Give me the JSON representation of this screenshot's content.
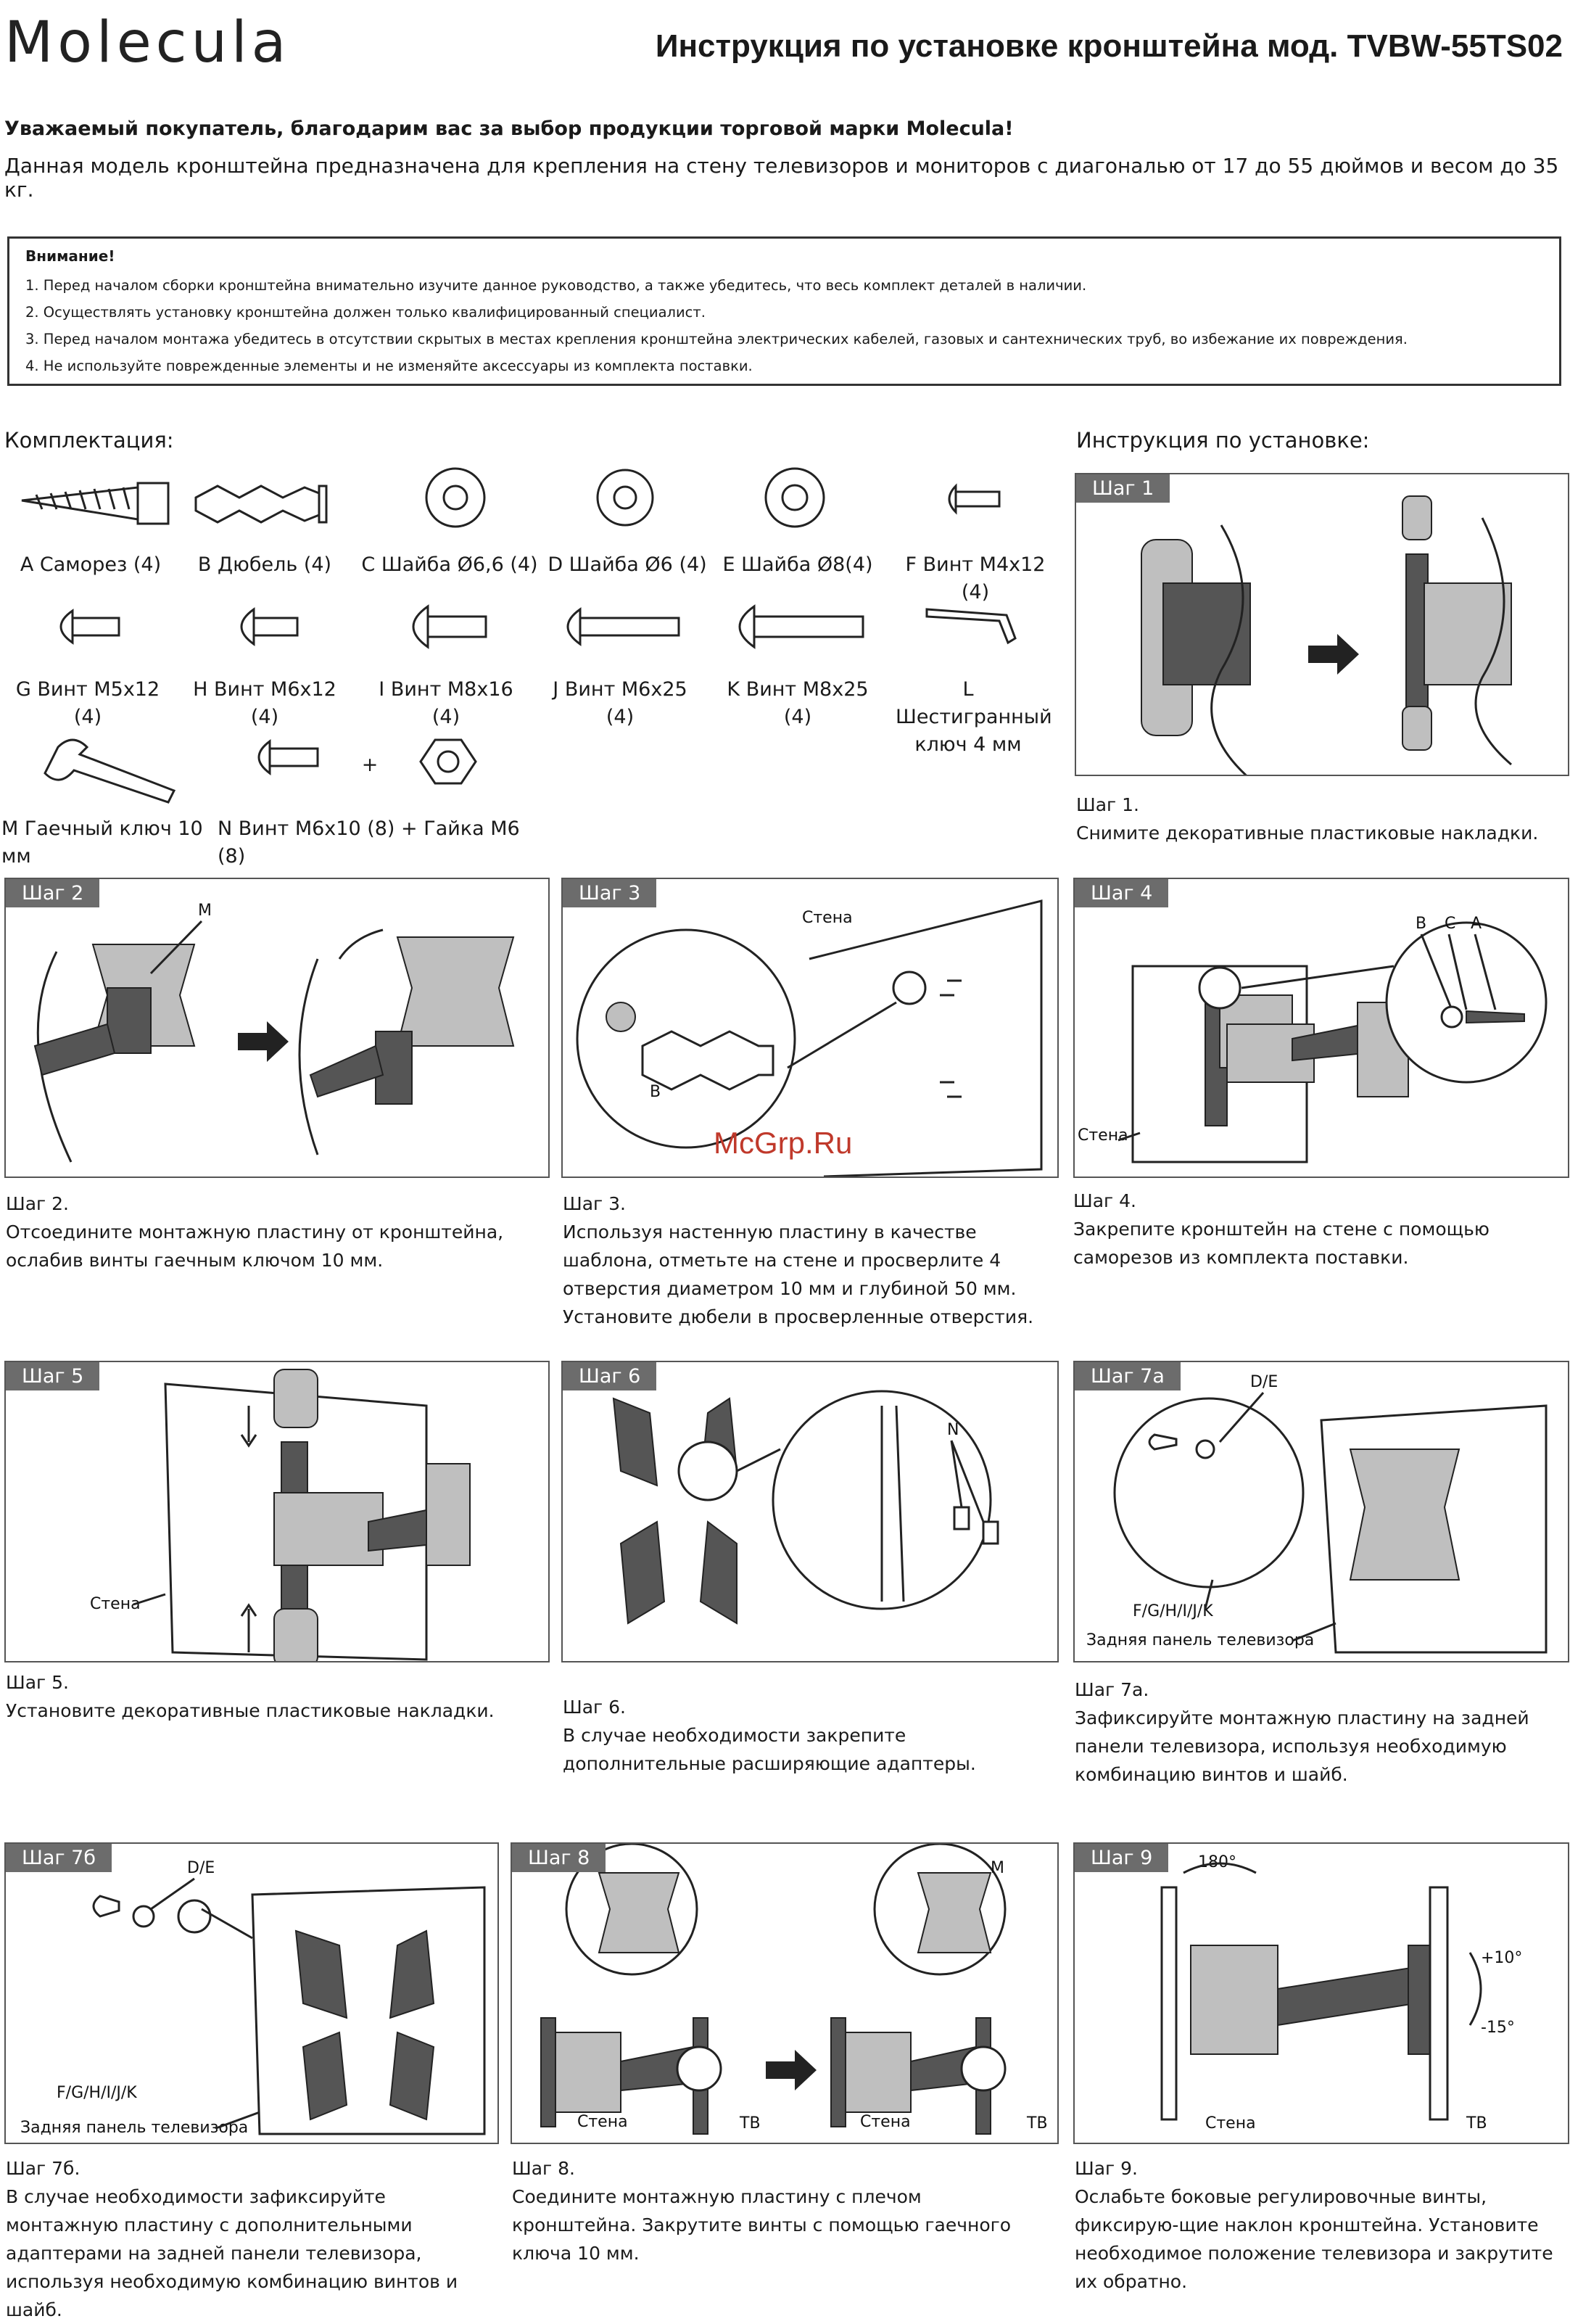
{
  "header": {
    "brand": "Molecula",
    "title": "Инструкция по установке кронштейна мод. TVBW-55TS02"
  },
  "intro": {
    "greeting": "Уважаемый покупатель, благодарим вас за выбор продукции торговой марки Molecula!",
    "purpose": "Данная модель кронштейна предназначена для  крепления на стену телевизоров и мониторов  с диагональю от 17 до 55 дюймов и весом до 35 кг."
  },
  "attention": {
    "title": "Внимание!",
    "items": [
      "1. Перед началом сборки кронштейна внимательно изучите данное руководство, а также убедитесь, что весь комплект деталей в наличии.",
      "2. Осуществлять установку кронштейна должен только квалифицированный специалист.",
      "3. Перед началом монтажа убедитесь в отсутствии скрытых в местах крепления кронштейна электрических кабелей, газовых и сантехнических труб, во избежание их повреждения.",
      "4. Не используйте поврежденные элементы и не изменяйте аксессуары из комплекта поставки."
    ]
  },
  "components": {
    "title": "Комплектация:",
    "items": [
      "A Саморез (4)",
      "B Дюбель (4)",
      "C Шайба Ø6,6 (4)",
      "D Шайба Ø6 (4)",
      "E Шайба Ø8(4)",
      "F Винт M4x12 (4)",
      "G Винт M5x12 (4)",
      "H Винт M6x12 (4)",
      "I Винт M8x16 (4)",
      "J Винт M6x25 (4)",
      "K Винт M8x25 (4)",
      "L Шестигранный ключ 4 мм",
      "M Гаечный ключ 10 мм",
      "N Винт M6x10 (8) + Гайка M6 (8)"
    ],
    "plus": "+"
  },
  "install": {
    "title": "Инструкция по установке:"
  },
  "steps": [
    {
      "tag": "Шаг 1",
      "caption": "Шаг 1.",
      "text": "Снимите декоративные пластиковые накладки.",
      "labels": []
    },
    {
      "tag": "Шаг 2",
      "caption": "Шаг 2.",
      "text": "Отсоедините монтажную пластину от кронштейна, ослабив винты гаечным ключом 10 мм.",
      "labels": [
        "M"
      ]
    },
    {
      "tag": "Шаг 3",
      "caption": "Шаг 3.",
      "text": "Используя настенную пластину в качестве шаблона, отметьте на стене и просверлите 4 отверстия диаметром 10 мм и глубиной 50 мм. Установите дюбели в просверленные отверстия.",
      "labels": [
        "Стена",
        "B"
      ]
    },
    {
      "tag": "Шаг 4",
      "caption": "Шаг 4.",
      "text": "Закрепите кронштейн на стене с помощью саморезов из комплекта поставки.",
      "labels": [
        "B",
        "C",
        "A",
        "Стена"
      ]
    },
    {
      "tag": "Шаг 5",
      "caption": "Шаг 5.",
      "text": "Установите декоративные пластиковые накладки.",
      "labels": [
        "Стена"
      ]
    },
    {
      "tag": "Шаг 6",
      "caption": "Шаг 6.",
      "text": "В случае необходимости закрепите дополнительные расширяющие адаптеры.",
      "labels": [
        "N"
      ]
    },
    {
      "tag": "Шаг 7а",
      "caption": "Шаг 7а.",
      "text": "Зафиксируйте монтажную пластину на задней панели телевизора, используя необходимую комбинацию винтов и шайб.",
      "labels": [
        "D/E",
        "F/G/H/I/J/K",
        "Задняя панель телевизора"
      ]
    },
    {
      "tag": "Шаг 7б",
      "caption": "Шаг 7б.",
      "text": "В случае необходимости зафиксируйте монтажную пластину с дополнительными адаптерами на задней панели телевизора, используя необходимую комбинацию винтов и шайб.",
      "labels": [
        "D/E",
        "F/G/H/I/J/K",
        "Задняя панель телевизора"
      ]
    },
    {
      "tag": "Шаг 8",
      "caption": "Шаг 8.",
      "text": "Соедините монтажную пластину с плечом кронштейна. Закрутите винты с помощью гаечного ключа 10 мм.",
      "labels": [
        "M",
        "Стена",
        "ТВ",
        "Стена",
        "ТВ"
      ]
    },
    {
      "tag": "Шаг 9",
      "caption": "Шаг 9.",
      "text": "Ослабьте боковые регулировочные  винты, фиксирую-щие наклон кронштейна. Установите необходимое положение  телевизора и закрутите их обратно.",
      "labels": [
        "180°",
        "+10°",
        "-15°",
        "Стена",
        "ТВ"
      ]
    }
  ],
  "watermark": "McGrp.Ru"
}
